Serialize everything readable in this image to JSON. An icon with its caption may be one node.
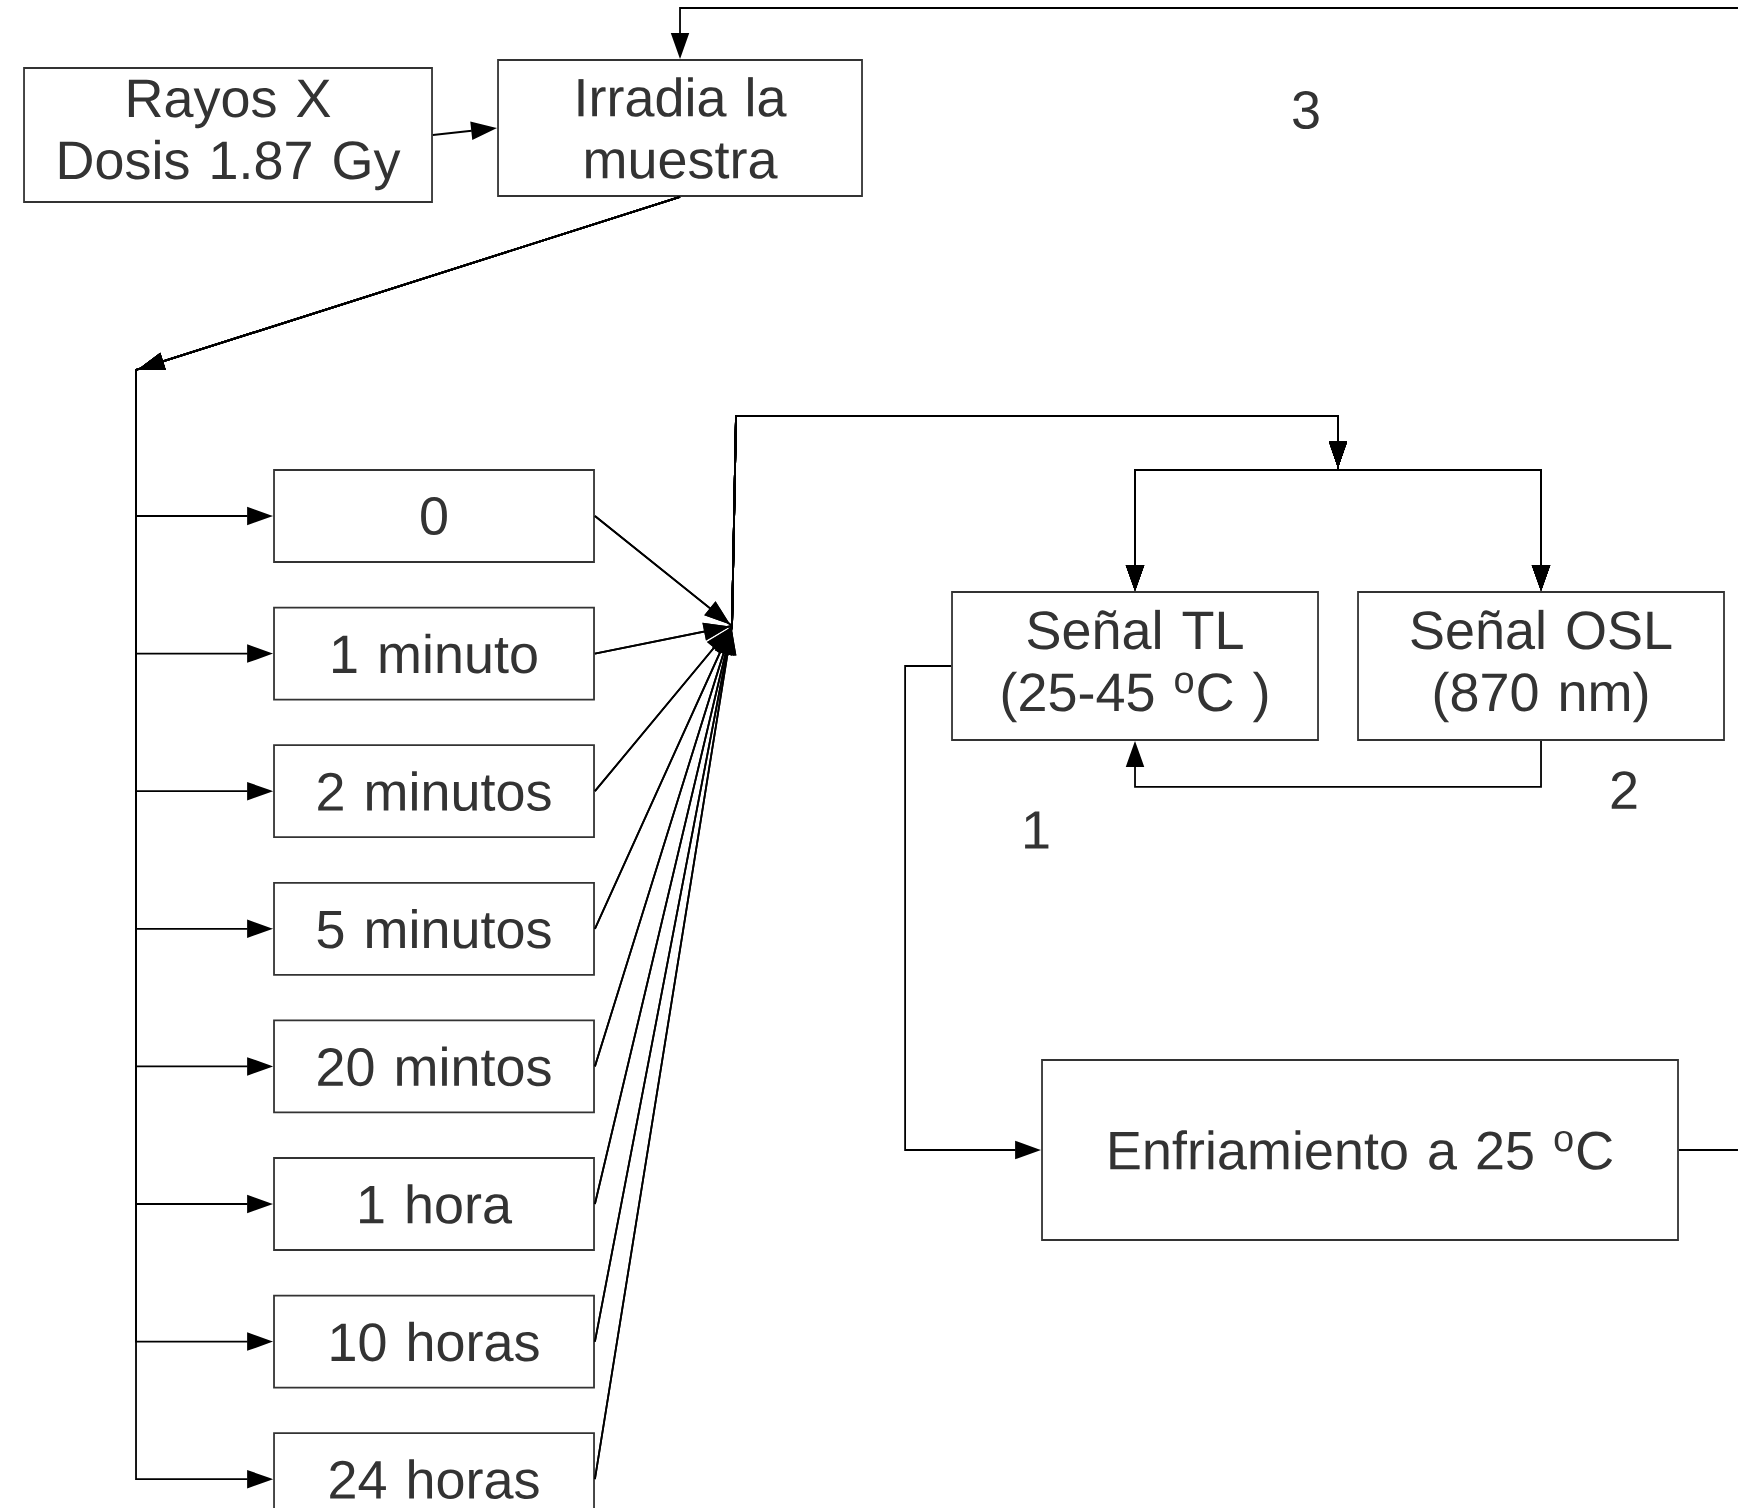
{
  "diagram": {
    "nodes": [
      {
        "text": [
          "Rayos X Dosis 1.87 Gy"
        ]
      },
      {
        "text": [
          "Irradia la muestra"
        ]
      },
      {
        "text": [
          "0"
        ]
      },
      {
        "text": [
          "1 minuto"
        ]
      },
      {
        "text": [
          "2 minutos"
        ]
      },
      {
        "text": [
          "5 minutos"
        ]
      },
      {
        "text": [
          "20 mintos"
        ]
      },
      {
        "text": [
          "1 hora"
        ]
      },
      {
        "text": [
          "10 horas"
        ]
      },
      {
        "text": [
          "24 horas"
        ]
      },
      {
        "text": [
          "Señal TL (25-45 $^{o}$C )"
        ]
      },
      {
        "text": [
          "Señal OSL (870 nm)"
        ]
      },
      {
        "text": [
          "Enfriamiento a 25 $^{o}$C"
        ]
      }
    ],
    "edges": [
      {
        "from": 0,
        "to": 1,
        "arrow": "to"
      },
      {
        "from": 1,
        "to": 2,
        "arrow": "to"
      },
      {
        "from": 1,
        "to": 3,
        "arrow": "to"
      },
      {
        "from": 1,
        "to": 4,
        "arrow": "to"
      },
      {
        "from": 1,
        "to": 5,
        "arrow": "to"
      },
      {
        "from": 1,
        "to": 6,
        "arrow": "to"
      },
      {
        "from": 1,
        "to": 7,
        "arrow": "to"
      },
      {
        "from": 1,
        "to": 8,
        "arrow": "to"
      },
      {
        "from": 1,
        "to": 9,
        "arrow": "to"
      },
      {
        "from": 2,
        "to": 10,
        "arrow": "to"
      },
      {
        "from": 2,
        "to": 11,
        "arrow": "to"
      },
      {
        "from": 3,
        "to": 10,
        "arrow": "to"
      },
      {
        "from": 3,
        "to": 11,
        "arrow": "to"
      },
      {
        "from": 4,
        "to": 10,
        "arrow": "to"
      },
      {
        "from": 4,
        "to": 11,
        "arrow": "to"
      },
      {
        "from": 5,
        "to": 10,
        "arrow": "to"
      },
      {
        "from": 5,
        "to": 11,
        "arrow": "to"
      },
      {
        "from": 6,
        "to": 10,
        "arrow": "to"
      },
      {
        "from": 6,
        "to": 11,
        "arrow": "to"
      },
      {
        "from": 7,
        "to": 10,
        "arrow": "to"
      },
      {
        "from": 7,
        "to": 11,
        "arrow": "to"
      },
      {
        "from": 8,
        "to": 10,
        "arrow": "to"
      },
      {
        "from": 8,
        "to": 11,
        "arrow": "to"
      },
      {
        "from": 9,
        "to": 10,
        "arrow": "to"
      },
      {
        "from": 9,
        "to": 11,
        "arrow": "to"
      },
      {
        "from": 11,
        "to": 10,
        "arrow": "to"
      },
      {
        "from": 10,
        "to": 12,
        "arrow": "to"
      },
      {
        "from": 12,
        "to": null,
        "arrow": "none"
      },
      {
        "from": null,
        "to": 1,
        "arrow": "to"
      }
    ],
    "labels": [
      "3",
      "1",
      "2"
    ]
  }
}
